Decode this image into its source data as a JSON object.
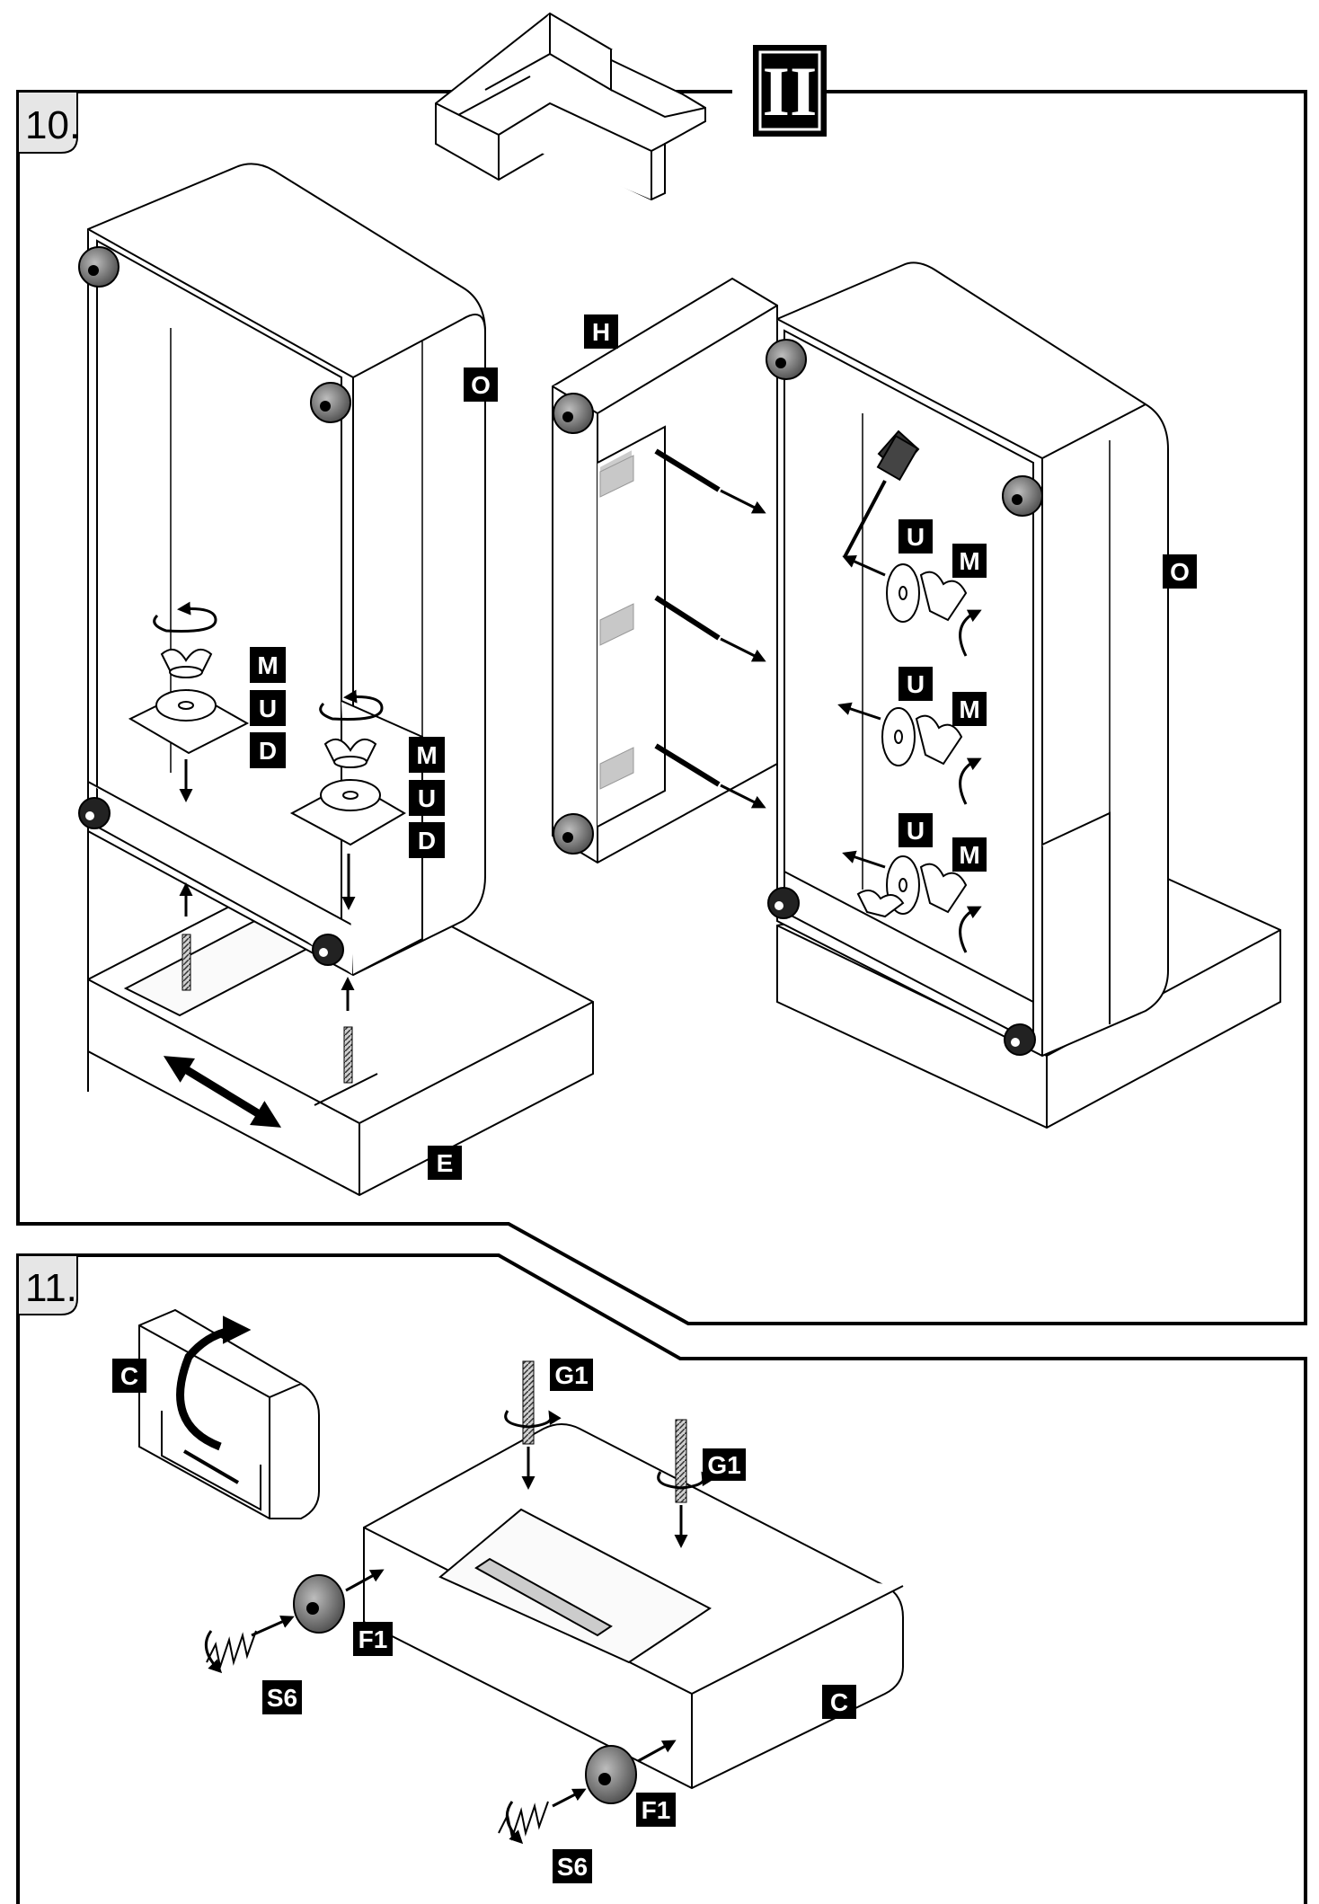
{
  "section": {
    "number": "II"
  },
  "steps": [
    {
      "number": "10."
    },
    {
      "number": "11."
    }
  ],
  "step10": {
    "left_frame": {
      "label": "O"
    },
    "left_base": {
      "label": "E"
    },
    "left_fastener_set_1": [
      "M",
      "U",
      "D"
    ],
    "left_fastener_set_2": [
      "M",
      "U",
      "D"
    ],
    "back_panel": {
      "label": "H"
    },
    "right_frame": {
      "label": "O"
    },
    "right_fasteners": [
      {
        "washer": "U",
        "nut": "M"
      },
      {
        "washer": "U",
        "nut": "M"
      },
      {
        "washer": "U",
        "nut": "M"
      }
    ]
  },
  "step11": {
    "small_block": {
      "label": "C"
    },
    "main_block": {
      "label": "C"
    },
    "bolts": [
      "G1",
      "G1"
    ],
    "feet": [
      "F1",
      "F1"
    ],
    "springs": [
      "S6",
      "S6"
    ]
  },
  "icons": {
    "top": "sofa-icon",
    "feet": "rubber-foot-icon",
    "rotate": "rotate-arrow-icon",
    "move": "double-arrow-icon"
  }
}
